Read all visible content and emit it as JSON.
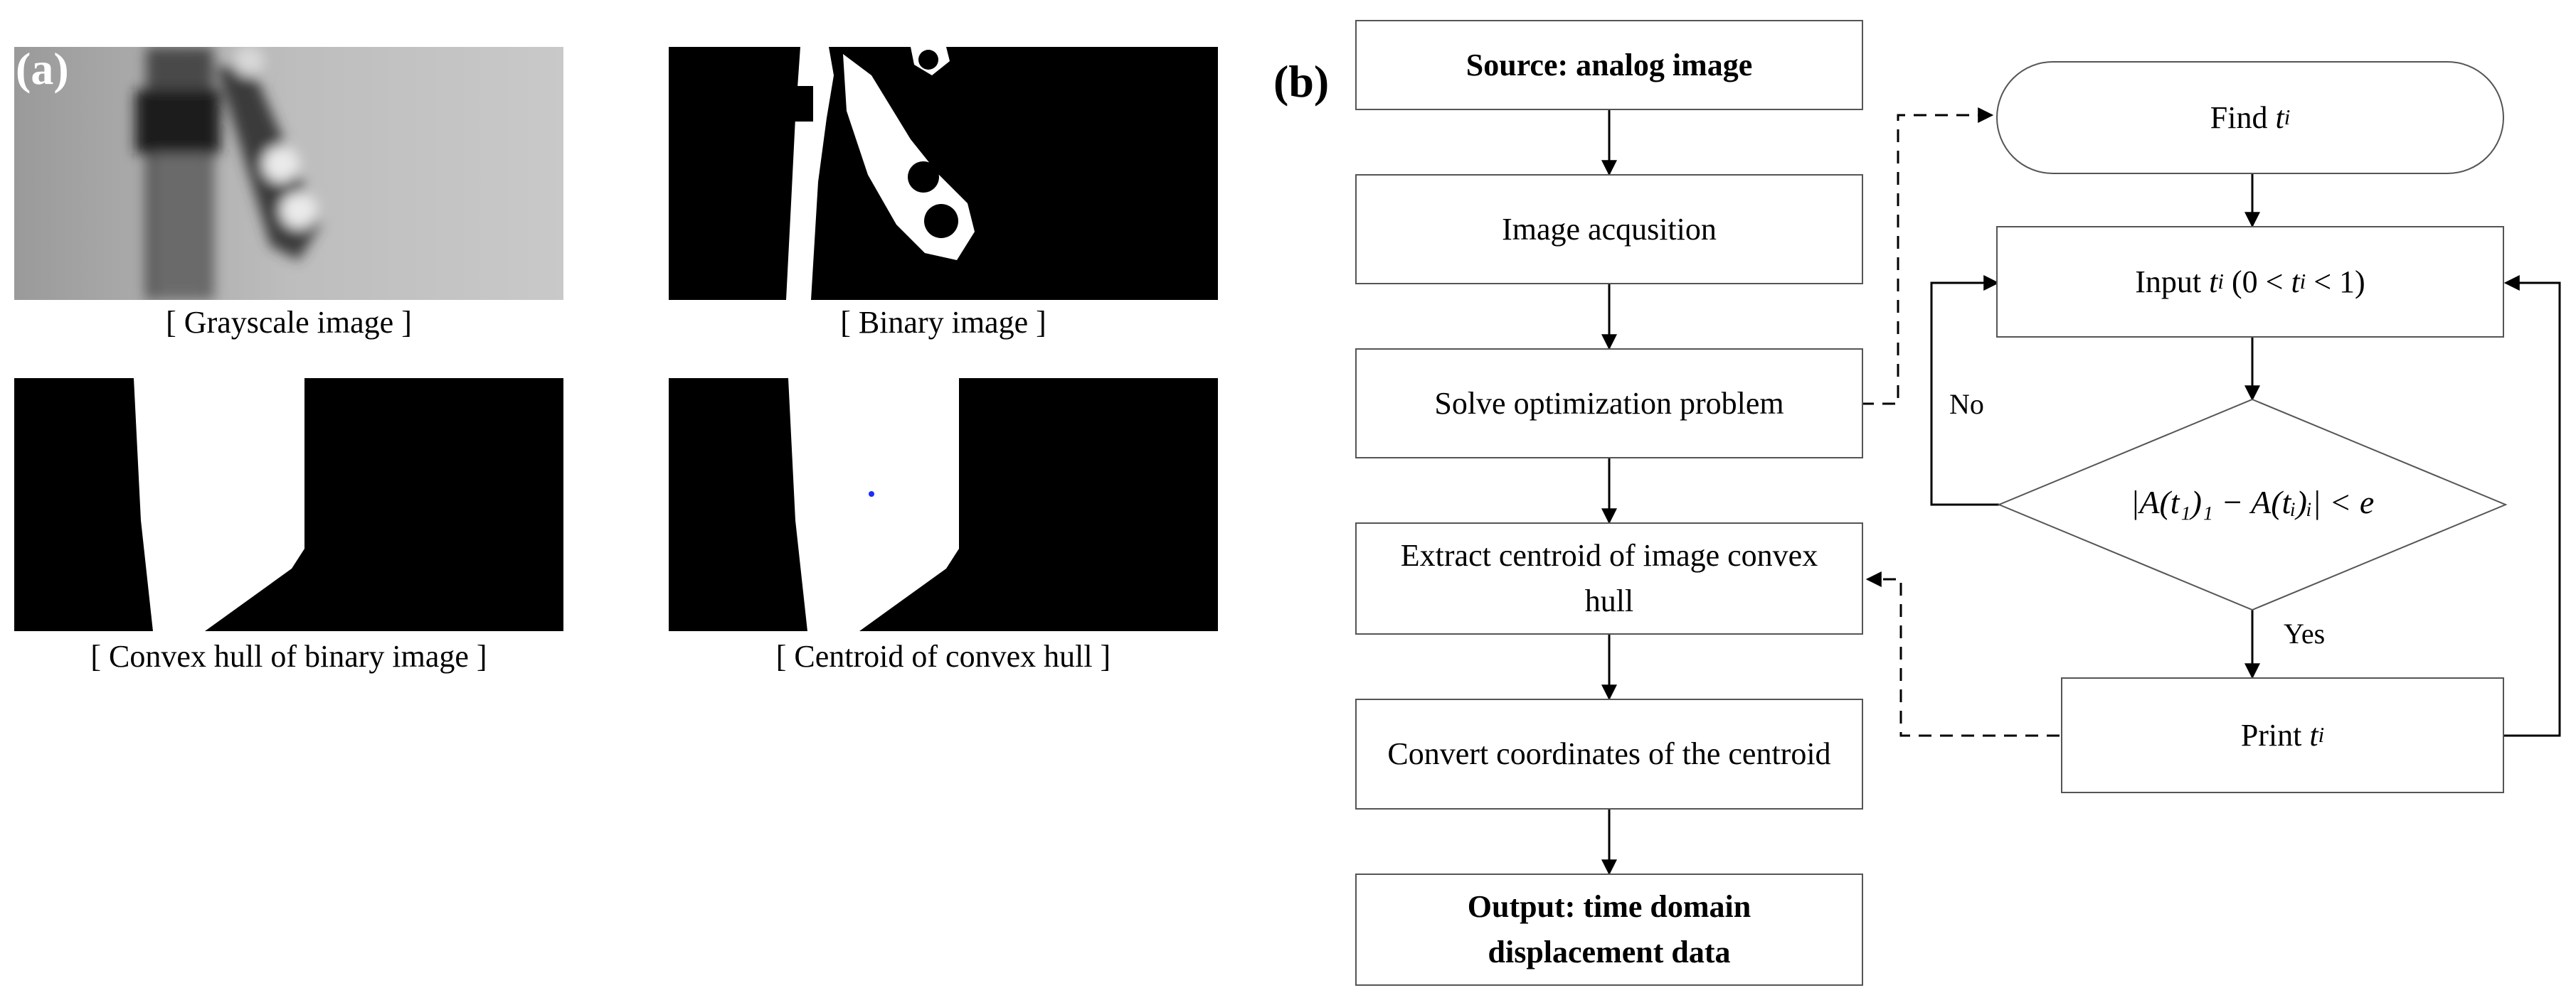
{
  "panel_a": {
    "label": "(a)",
    "captions": {
      "grayscale": "[ Grayscale image ]",
      "binary": "[ Binary image ]",
      "convex_hull": "[ Convex hull of binary image ]",
      "centroid": "[ Centroid of convex hull ]"
    }
  },
  "panel_b": {
    "label": "(b)",
    "left_chain": {
      "source": "Source: analog image",
      "acquisition": "Image acqusition",
      "solve": "Solve optimization problem",
      "extract": "Extract centroid of image convex hull",
      "convert": "Convert coordinates of the centroid",
      "output": "Output: time domain displacement data"
    },
    "right_loop": {
      "find_prefix": "Find ",
      "input_prefix": "Input ",
      "input_range_open": " (0 < ",
      "input_range_close": " < 1)",
      "variable": "t",
      "subscript": "i",
      "condition": "|A(t₁)₁ − A(tᵢ)ᵢ| < e",
      "print_prefix": "Print ",
      "no_label": "No",
      "yes_label": "Yes"
    }
  }
}
